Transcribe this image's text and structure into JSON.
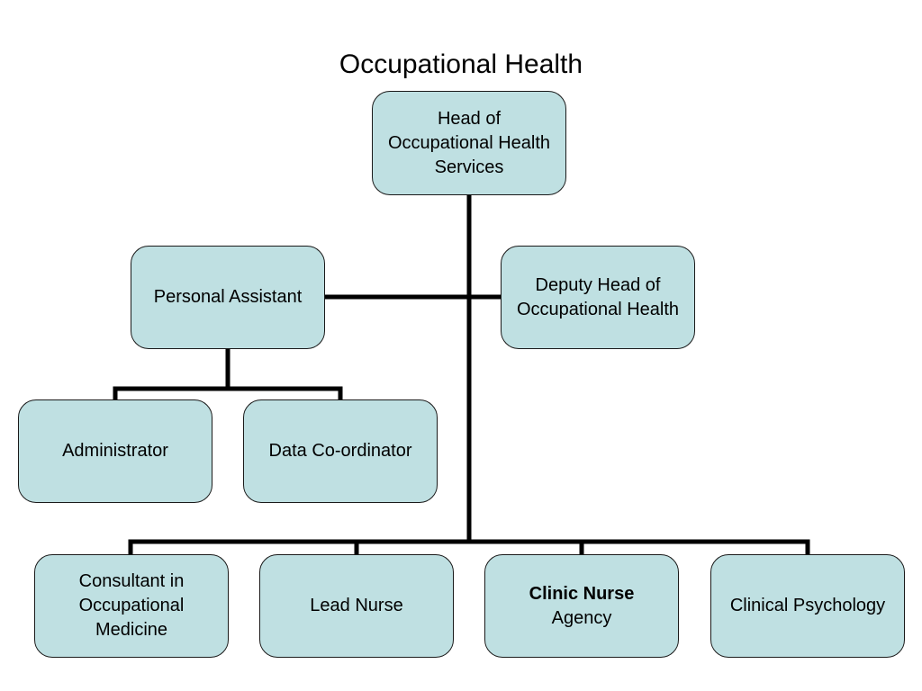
{
  "title": "Occupational Health",
  "nodes": {
    "head": {
      "lines": [
        "Head of",
        "Occupational Health",
        "Services"
      ]
    },
    "personal_assistant": {
      "lines": [
        "Personal Assistant"
      ]
    },
    "deputy": {
      "lines": [
        "Deputy Head of",
        "Occupational Health"
      ]
    },
    "administrator": {
      "lines": [
        "Administrator"
      ]
    },
    "data_coordinator": {
      "lines": [
        "Data Co-ordinator"
      ]
    },
    "consultant": {
      "lines": [
        "Consultant in",
        "Occupational",
        "Medicine"
      ]
    },
    "lead_nurse": {
      "lines": [
        "Lead Nurse"
      ]
    },
    "clinic_nurse": {
      "lines": [
        "Clinic Nurse",
        "Agency"
      ]
    },
    "clinical_psychology": {
      "lines": [
        "Clinical Psychology"
      ]
    }
  },
  "colors": {
    "box_fill": "#bfe0e2",
    "box_border": "#1a1a1a",
    "connector": "#000000"
  }
}
